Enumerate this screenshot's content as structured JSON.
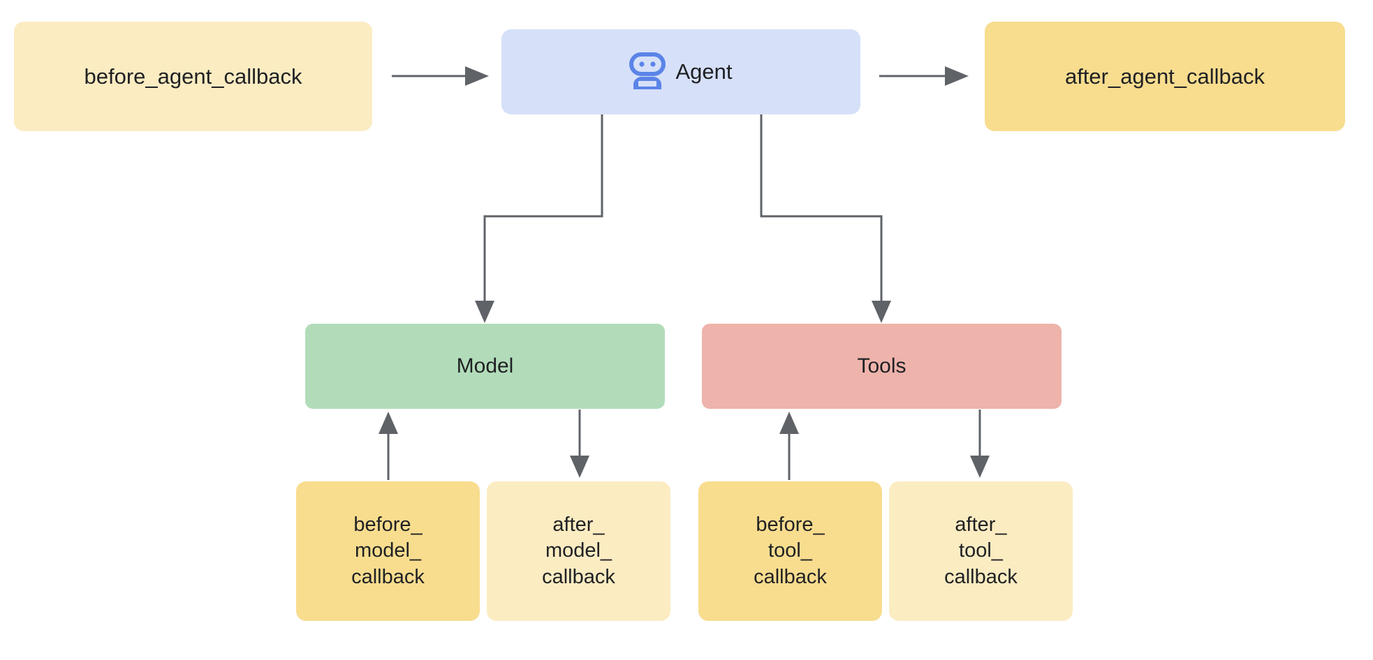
{
  "diagram": {
    "title": "Agent callback lifecycle",
    "background": "#ffffff",
    "edge_color": "#5f6368"
  },
  "palette": {
    "cream_yellow": "#fbecc2",
    "deep_yellow": "#f8dd8f",
    "agent_blue": "#d6e0f9",
    "model_green": "#b2dcb9",
    "tools_red": "#eeb3ab",
    "text": "#202124",
    "robot_blue": "#5b84e8"
  },
  "nodes": {
    "before_agent": {
      "label": "before_agent_callback",
      "color": "#fbecc2"
    },
    "agent": {
      "label": "Agent",
      "color": "#d6e0f9",
      "icon": "robot-icon",
      "icon_color": "#5b84e8"
    },
    "after_agent": {
      "label": "after_agent_callback",
      "color": "#f8dd8f"
    },
    "model": {
      "label": "Model",
      "color": "#b2dcb9"
    },
    "tools": {
      "label": "Tools",
      "color": "#eeb3ab"
    },
    "before_model": {
      "label": "before_\nmodel_\ncallback",
      "color": "#f8dd8f"
    },
    "after_model": {
      "label": "after_\nmodel_\ncallback",
      "color": "#fbecc2"
    },
    "before_tool": {
      "label": "before_\ntool_\ncallback",
      "color": "#f8dd8f"
    },
    "after_tool": {
      "label": "after_\ntool_\ncallback",
      "color": "#fbecc2"
    }
  },
  "edges": [
    {
      "name": "before-agent-to-agent",
      "from": "before_agent",
      "to": "agent",
      "direction": "right"
    },
    {
      "name": "agent-to-after-agent",
      "from": "agent",
      "to": "after_agent",
      "direction": "right"
    },
    {
      "name": "agent-to-model",
      "from": "agent",
      "to": "model",
      "direction": "down-elbow-left"
    },
    {
      "name": "agent-to-tools",
      "from": "agent",
      "to": "tools",
      "direction": "down-elbow-right"
    },
    {
      "name": "before-model-to-model",
      "from": "before_model",
      "to": "model",
      "direction": "up"
    },
    {
      "name": "model-to-after-model",
      "from": "model",
      "to": "after_model",
      "direction": "down"
    },
    {
      "name": "before-tool-to-tools",
      "from": "before_tool",
      "to": "tools",
      "direction": "up"
    },
    {
      "name": "tools-to-after-tool",
      "from": "tools",
      "to": "after_tool",
      "direction": "down"
    }
  ]
}
